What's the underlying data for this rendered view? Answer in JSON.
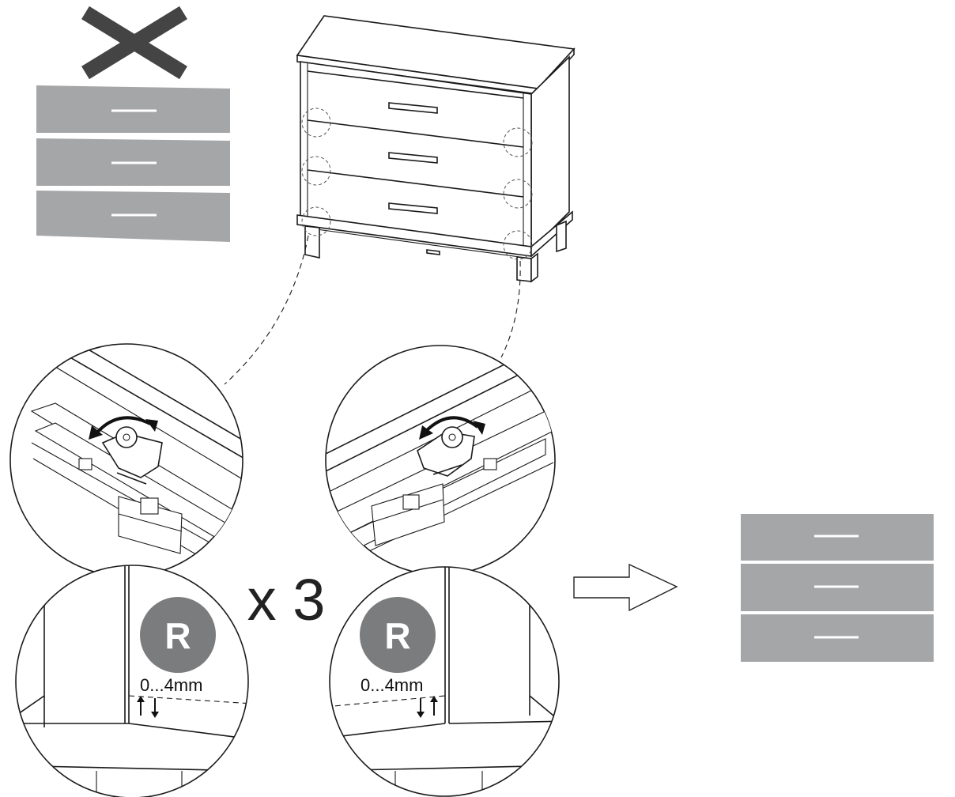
{
  "multiplier_label": "x 3",
  "left_detail": {
    "badge_letter": "R",
    "tolerance_label": "0...4mm"
  },
  "right_detail": {
    "badge_letter": "R",
    "tolerance_label": "0...4mm"
  },
  "colors": {
    "drawer_gray": "#a5a6a8",
    "badge_gray": "#7b7c7e",
    "cross_gray": "#444444",
    "line": "#1a1a1a"
  },
  "icons": [
    "cross-icon",
    "arrow-right-icon",
    "rotate-arrows-icon",
    "gap-arrows-icon"
  ]
}
